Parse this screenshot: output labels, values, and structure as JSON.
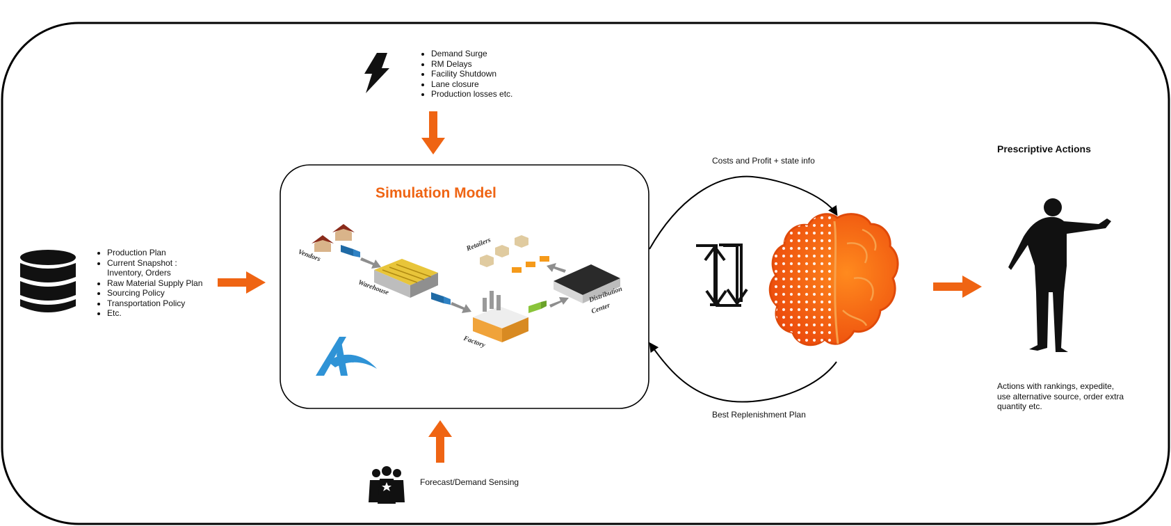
{
  "inputs": {
    "items": [
      "Production Plan",
      "Current Snapshot :",
      "Inventory, Orders",
      "Raw Material Supply Plan",
      "Sourcing Policy",
      "Transportation Policy",
      "Etc."
    ]
  },
  "disruptions": {
    "items": [
      "Demand Surge",
      "RM Delays",
      "Facility Shutdown",
      "Lane closure",
      "Production losses etc."
    ]
  },
  "simulation": {
    "title": "Simulation Model",
    "labels": {
      "vendors": "Vendors",
      "warehouse": "Warehouse",
      "factory": "Factory",
      "retailers": "Retailers",
      "distribution_1": "Distribution",
      "distribution_2": "Center"
    }
  },
  "forecast": {
    "label": "Forecast/Demand Sensing"
  },
  "loop": {
    "top_label": "Costs and Profit + state info",
    "bottom_label": "Best Replenishment Plan"
  },
  "actions": {
    "title": "Prescriptive Actions",
    "description": "Actions with rankings, expedite, use alternative source, order extra quantity etc."
  },
  "colors": {
    "accent": "#ef6413",
    "logo_blue": "#2f93d6",
    "outline": "#000000"
  },
  "icons": {
    "database": "database-icon",
    "lightning": "lightning-icon",
    "team": "team-icon",
    "swap": "swap-arrows-icon",
    "brain": "ai-brain-icon",
    "person": "person-pointing-icon",
    "logo": "anylogic-logo-icon"
  }
}
